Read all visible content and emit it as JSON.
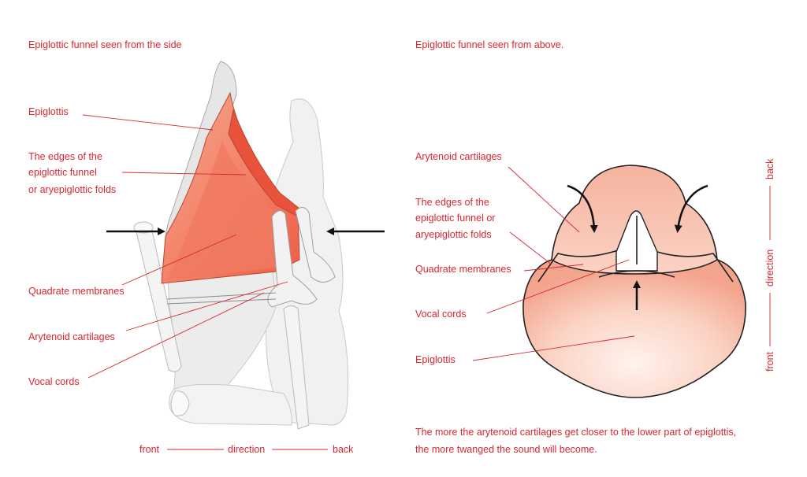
{
  "colors": {
    "label": "#d9262f",
    "leader": "#d9262f",
    "tissue": "#f26b55",
    "cartilage": "#e9e9ea"
  },
  "left": {
    "title": "Epiglottic funnel seen from the side",
    "labels": {
      "epiglottis": "Epiglottis",
      "edges_1": "The edges of the",
      "edges_2": "epiglottic funnel",
      "edges_3": "or aryepiglottic folds",
      "quadrate": "Quadrate membranes",
      "arytenoid": "Arytenoid cartilages",
      "vocal": "Vocal cords"
    },
    "axis": {
      "front": "front",
      "direction": "direction",
      "back": "back"
    }
  },
  "right": {
    "title": "Epiglottic funnel seen from above.",
    "labels": {
      "arytenoid": "Arytenoid cartilages",
      "edges_1": "The edges of the",
      "edges_2": "epiglottic funnel or",
      "edges_3": "aryepiglottic folds",
      "quadrate": "Quadrate membranes",
      "vocal": "Vocal cords",
      "epiglottis": "Epiglottis"
    },
    "axis": {
      "front": "front",
      "direction": "direction",
      "back": "back"
    },
    "caption_1": "The more the arytenoid cartilages get closer to the lower part of epiglottis,",
    "caption_2": "the more twanged the sound will become."
  }
}
